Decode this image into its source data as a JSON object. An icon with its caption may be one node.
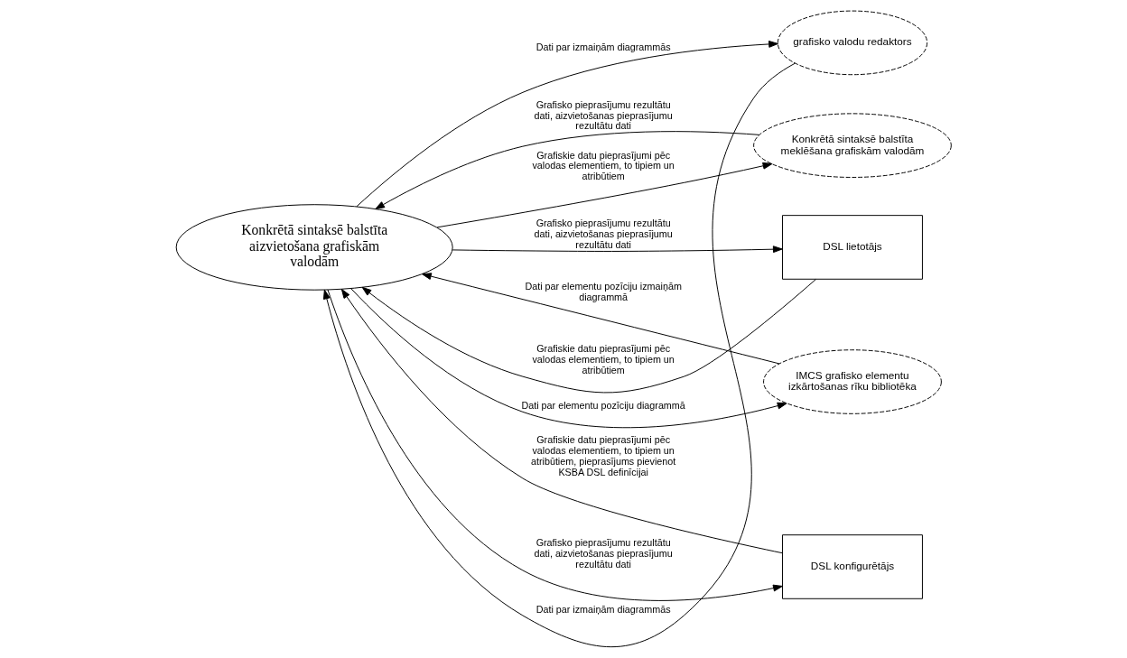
{
  "diagram": {
    "nodes": [
      {
        "text": [
          "Konkrētā sintaksē balstīta aizvietošana grafiskām valodām"
        ]
      },
      {
        "text": [
          "DSL lietotājs"
        ]
      },
      {
        "text": [
          "Konkrētā sintaksē balstīta meklēšana grafiskām valodām"
        ]
      },
      {
        "text": [
          "DSL konfigurētājs"
        ]
      },
      {
        "text": [
          "IMCS grafisko elementu izkārtošanas rīku bibliotēka"
        ]
      },
      {
        "text": [
          "grafisko valodu redaktors"
        ]
      }
    ],
    "edges": [
      {
        "from": 0,
        "to": 1,
        "arrow": "to",
        "label": "Grafisko pieprasījumu rezultātu dati, aizvietošanas pieprasījumu rezultātu dati"
      },
      {
        "from": 1,
        "to": 0,
        "arrow": "to",
        "label": "Grafiskie datu pieprasījumi pēc valodas elementiem, to tipiem un atribūtiem"
      },
      {
        "from": 0,
        "to": 2,
        "arrow": "to",
        "label": "Grafiskie datu pieprasījumi pēc valodas elementiem, to tipiem un atribūtiem"
      },
      {
        "from": 2,
        "to": 0,
        "arrow": "to",
        "label": "Grafisko pieprasījumu rezultātu dati, aizvietošanas pieprasījumu rezultātu dati"
      },
      {
        "from": 0,
        "to": 3,
        "arrow": "to",
        "label": "Grafisko pieprasījumu rezultātu dati, aizvietošanas pieprasījumu rezultātu dati"
      },
      {
        "from": 3,
        "to": 0,
        "arrow": "to",
        "label": "Grafiskie datu pieprasījumi pēc valodas elementiem, to tipiem un atribūtiem, pieprasījums pievienot KSBA DSL definīcijai"
      },
      {
        "from": 0,
        "to": 4,
        "arrow": "to",
        "label": "Dati par elementu pozīciju diagrammā"
      },
      {
        "from": 4,
        "to": 0,
        "arrow": "to",
        "label": "Dati par elementu pozīciju izmaiņām diagrammā"
      },
      {
        "from": 0,
        "to": 5,
        "arrow": "to",
        "label": "Dati par izmaiņām diagrammās"
      },
      {
        "from": 5,
        "to": 0,
        "arrow": "to",
        "label": "Dati par izmaiņām diagrammās"
      }
    ]
  }
}
